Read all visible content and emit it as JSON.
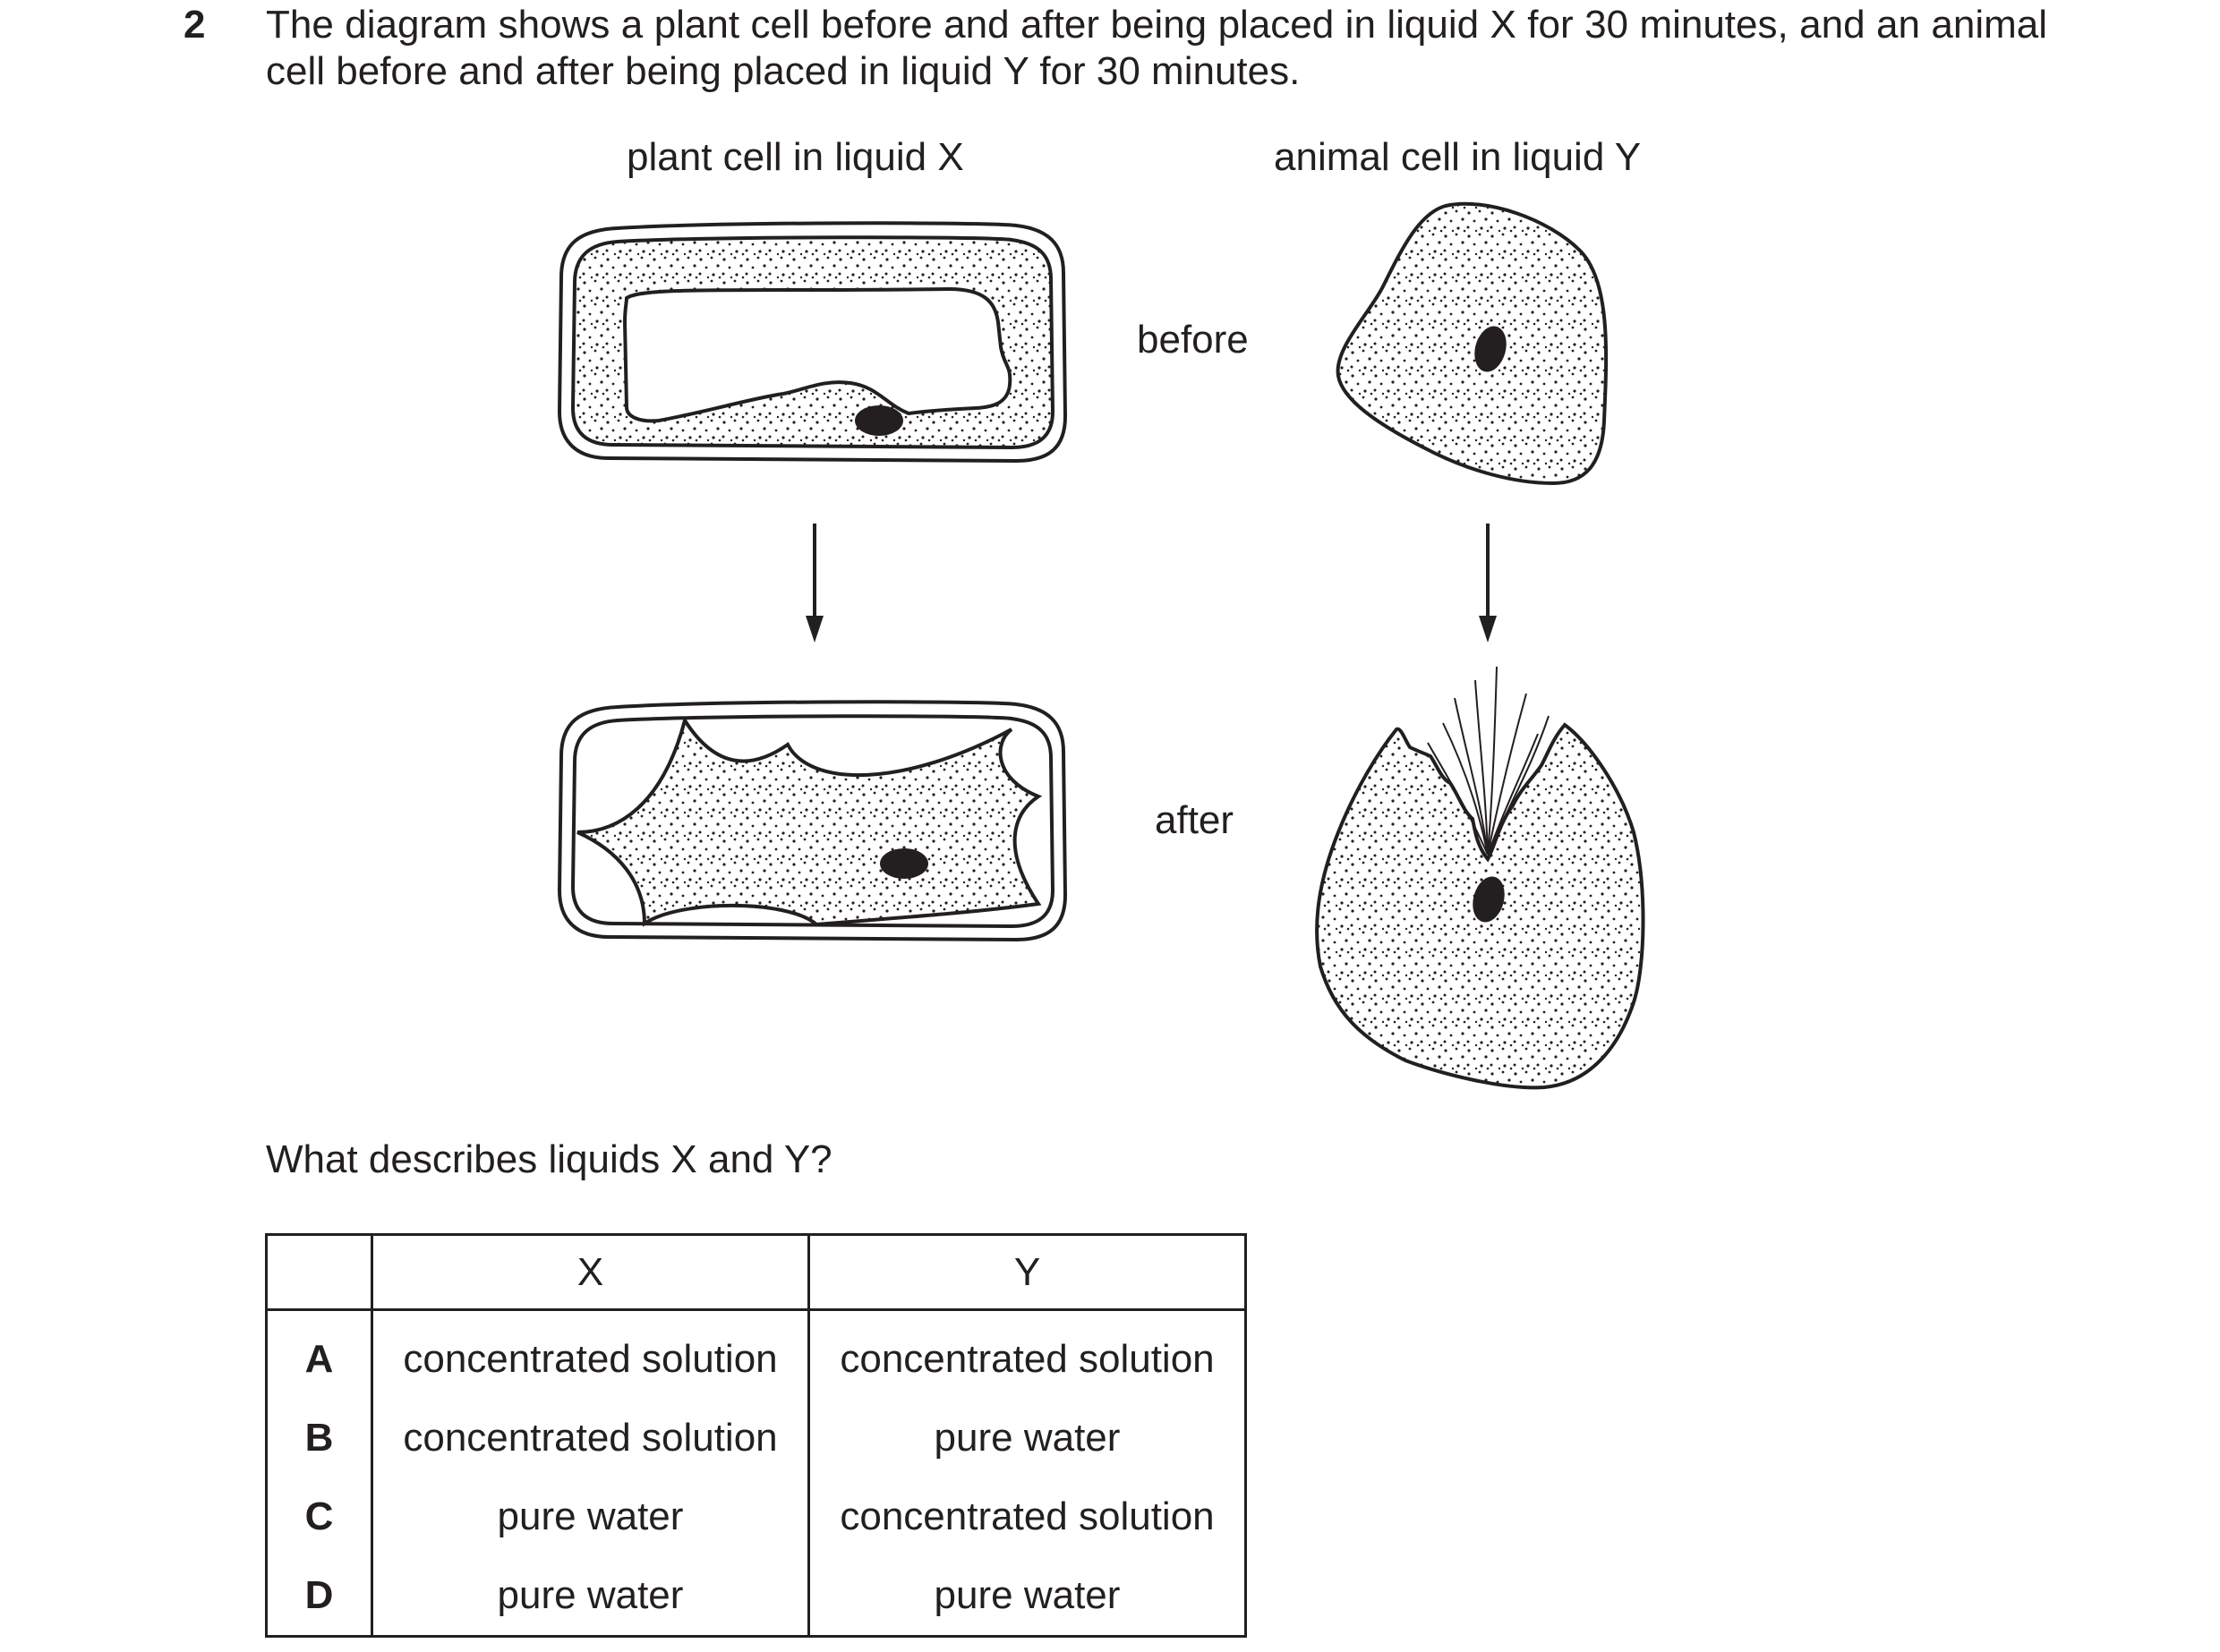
{
  "question": {
    "number": "2",
    "stem": "The diagram shows a plant cell before and after being placed in liquid X for 30 minutes, and an animal cell before and after being placed in liquid Y for 30 minutes.",
    "prompt": "What describes liquids X and Y?"
  },
  "figure": {
    "plant_title": "plant cell in liquid X",
    "animal_title": "animal cell in liquid Y",
    "before_label": "before",
    "after_label": "after"
  },
  "table": {
    "headers": [
      "",
      "X",
      "Y"
    ],
    "rows": [
      {
        "key": "A",
        "x": "concentrated solution",
        "y": "concentrated solution"
      },
      {
        "key": "B",
        "x": "concentrated solution",
        "y": "pure water"
      },
      {
        "key": "C",
        "x": "pure water",
        "y": "concentrated solution"
      },
      {
        "key": "D",
        "x": "pure water",
        "y": "pure water"
      }
    ]
  }
}
